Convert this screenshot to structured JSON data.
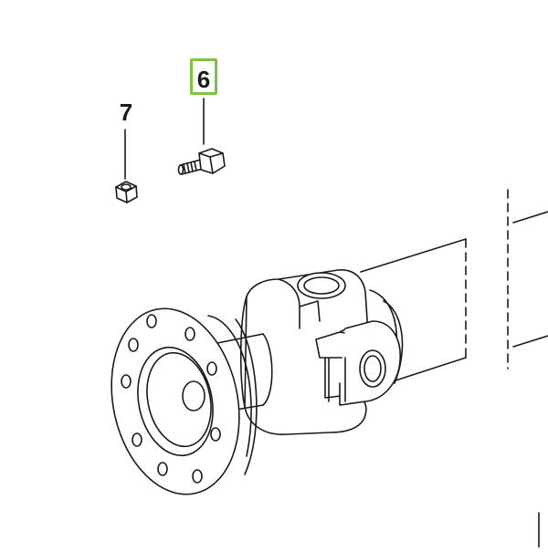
{
  "callouts": [
    {
      "id": "6",
      "label": "6",
      "highlighted": true
    },
    {
      "id": "7",
      "label": "7",
      "highlighted": false
    }
  ],
  "colors": {
    "line": "#1a1a1a",
    "highlight": "#7cc53f",
    "background": "#ffffff"
  }
}
